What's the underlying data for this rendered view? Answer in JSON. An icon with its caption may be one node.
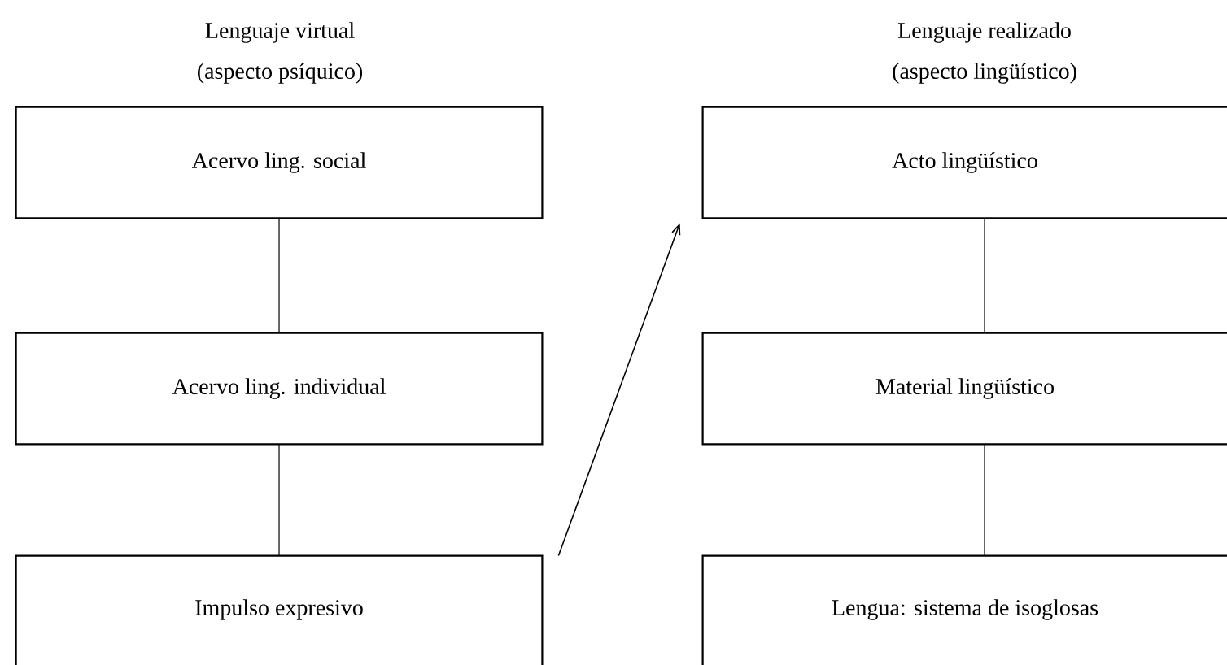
{
  "diagram": {
    "nodes": [
      {
        "text": [
          "Acervo ling. social"
        ]
      },
      {
        "text": [
          "Acervo ling. individual"
        ]
      },
      {
        "text": [
          "Impulso expresivo"
        ]
      },
      {
        "text": [
          "Acto lingüístico"
        ]
      },
      {
        "text": [
          "Material lingüístico"
        ]
      },
      {
        "text": [
          "Lengua: sistema de isoglosas"
        ]
      }
    ],
    "edges": [
      {
        "from": 0,
        "to": 1,
        "arrow": "none"
      },
      {
        "from": 1,
        "to": 2,
        "arrow": "none"
      },
      {
        "from": 2,
        "to": 3,
        "arrow": "to"
      },
      {
        "from": 3,
        "to": 4,
        "arrow": "none"
      },
      {
        "from": 4,
        "to": 5,
        "arrow": "none"
      }
    ],
    "labels": [
      "Lenguaje virtual",
      "(aspecto psíquico)",
      "Lenguaje realizado",
      "(aspecto lingüístico)"
    ]
  }
}
